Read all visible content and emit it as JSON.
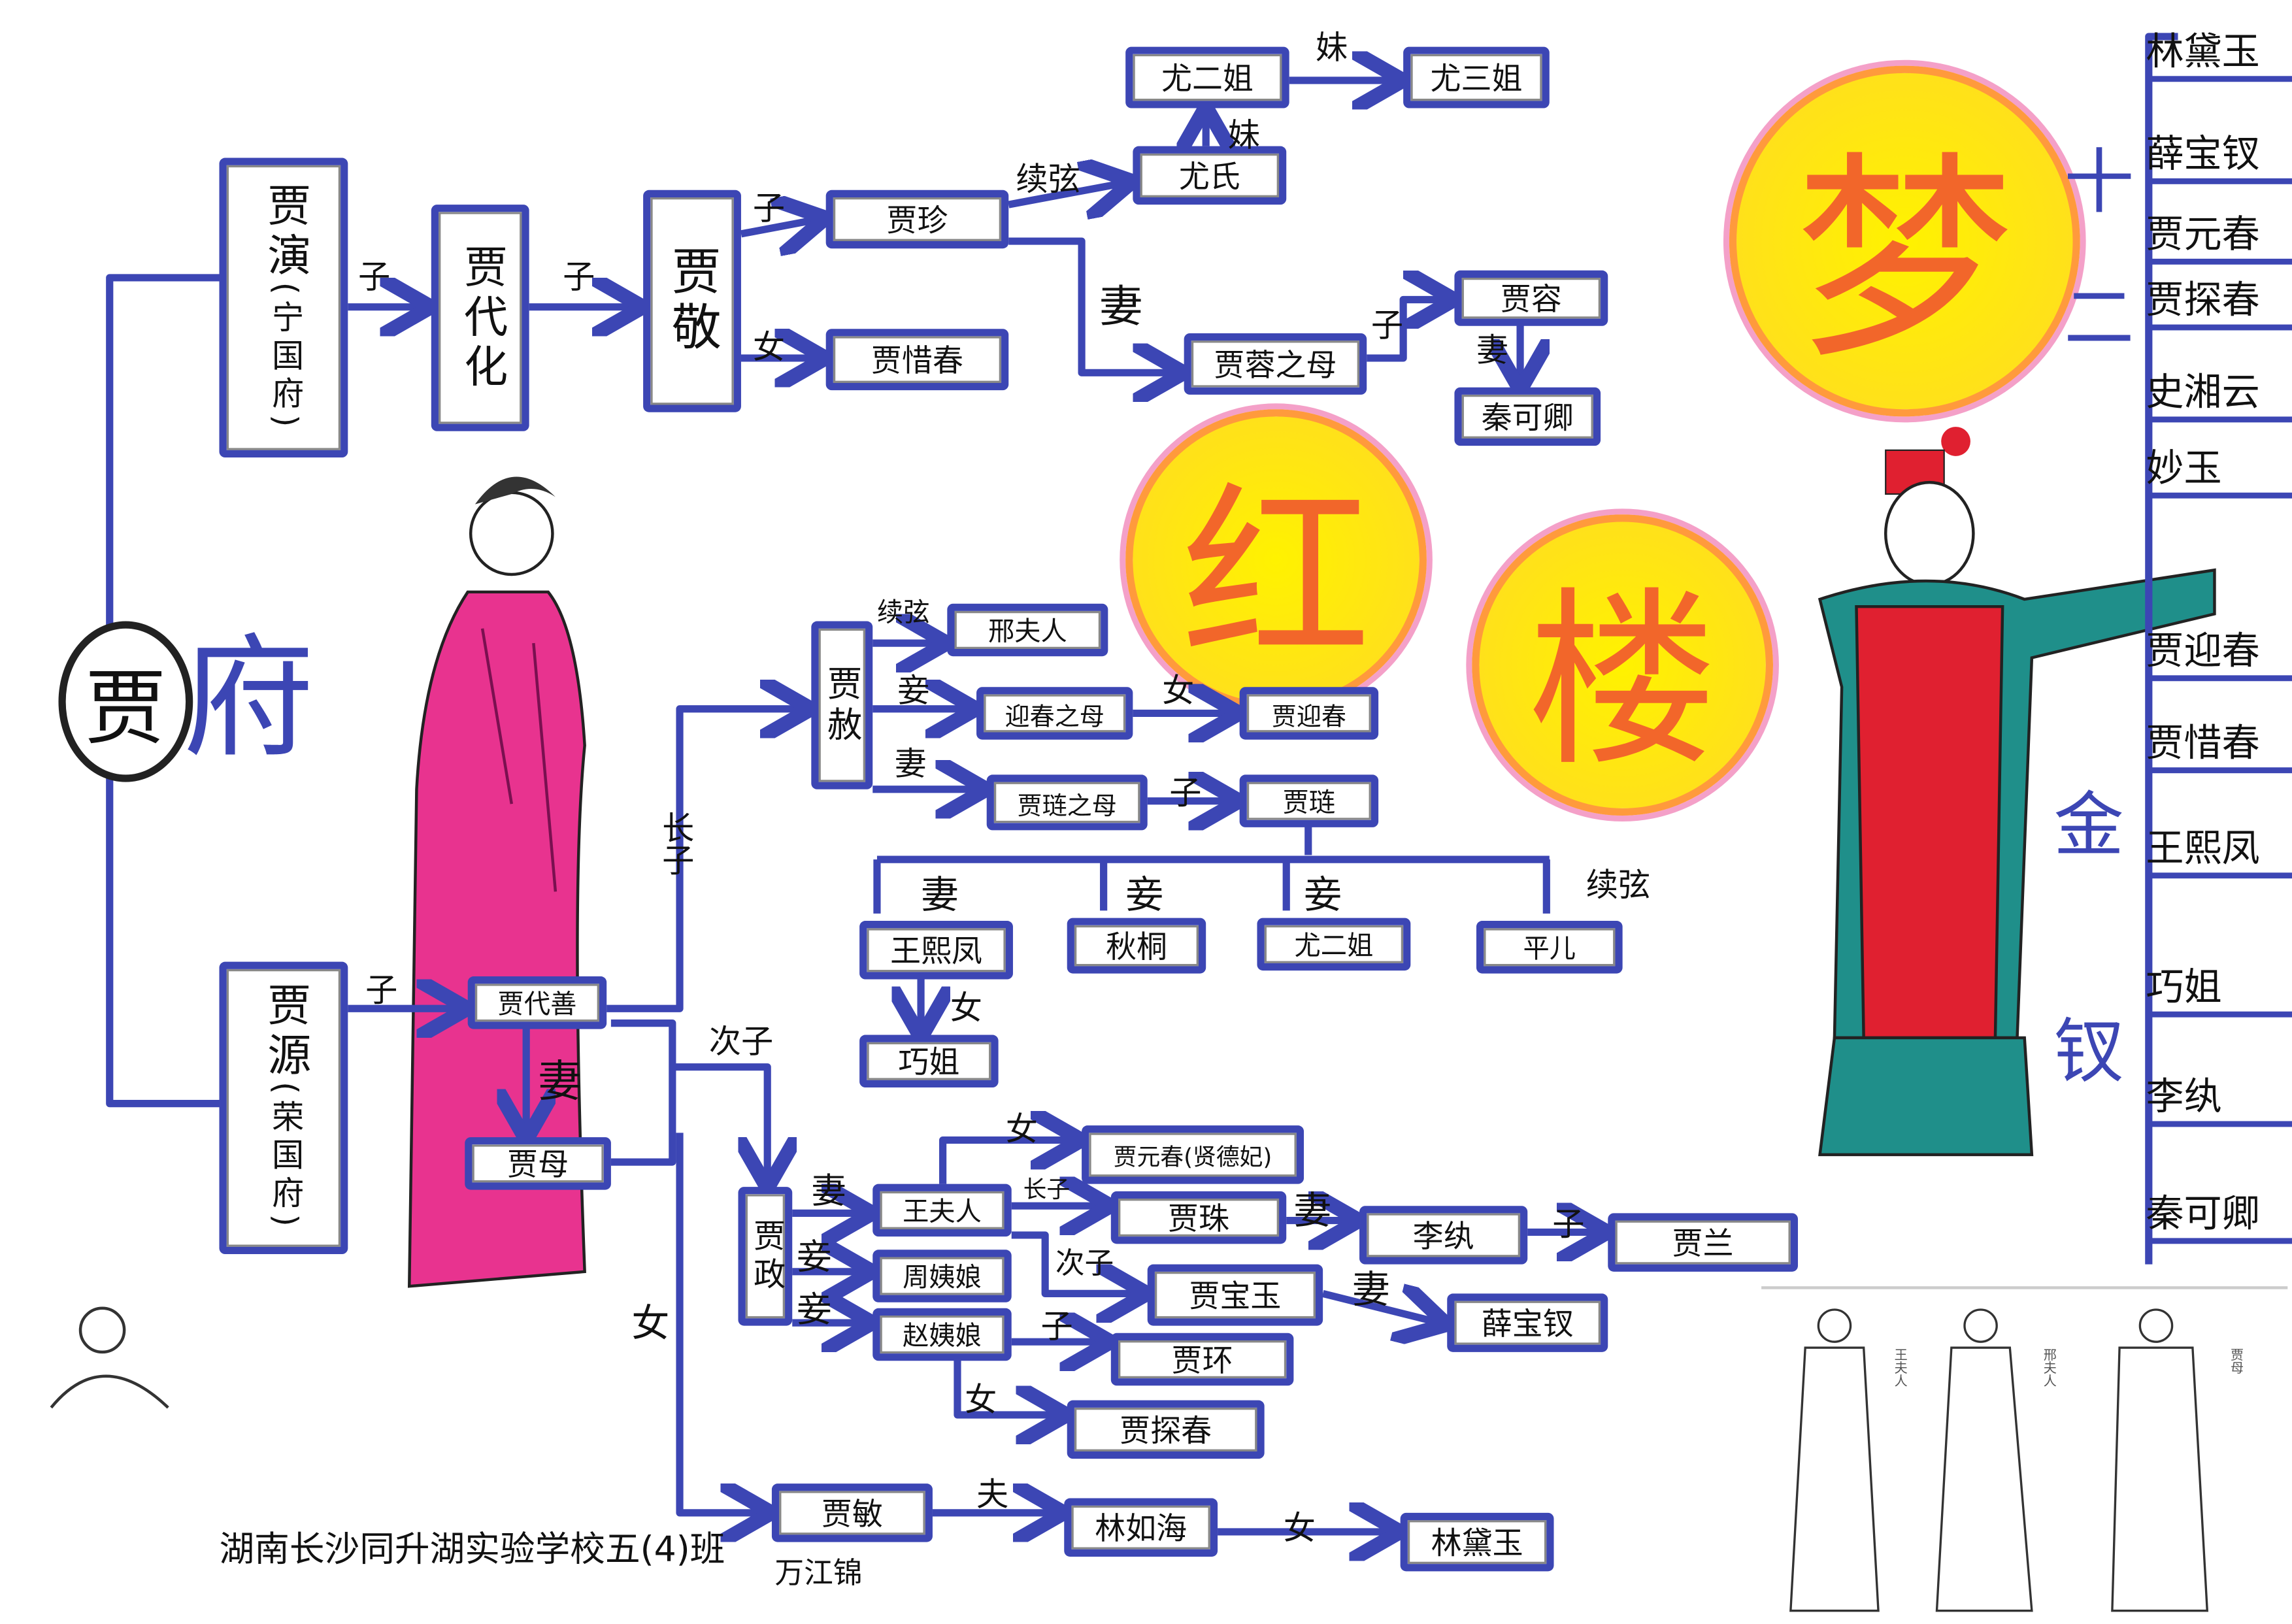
{
  "title_chars": {
    "hong": "红",
    "lou": "楼",
    "meng": "梦"
  },
  "root": {
    "surname": "贾",
    "fu": "府"
  },
  "nodes": {
    "jia_yan": "贾演",
    "jia_yan_note": "(宁国府)",
    "jia_daihua": "贾代化",
    "jia_jing": "贾敬",
    "jia_zhen": "贾珍",
    "jia_xichun": "贾惜春",
    "you_shi": "尤氏",
    "you_erjie": "尤二姐",
    "you_sanjie": "尤三姐",
    "jia_rong_mother": "贾蓉之母",
    "jia_rong": "贾容",
    "qin_keqing": "秦可卿",
    "jia_yuan": "贾源",
    "jia_yuan_note": "(荣国府)",
    "jia_daishan": "贾代善",
    "jia_mu": "贾母",
    "jia_she": "贾赦",
    "xing_furen": "邢夫人",
    "yingchun_mother": "迎春之母",
    "jia_yingchun": "贾迎春",
    "jia_lian_mother": "贾琏之母",
    "jia_lian": "贾琏",
    "wang_xifeng": "王熙凤",
    "qiu_tong": "秋桐",
    "you_erjie_2": "尤二姐",
    "ping_er": "平儿",
    "qiao_jie": "巧姐",
    "jia_zheng": "贾政",
    "wang_furen": "王夫人",
    "zhou_yiniang": "周姨娘",
    "zhao_yiniang": "赵姨娘",
    "jia_yuanchun": "贾元春(贤德妃)",
    "jia_zhu": "贾珠",
    "jia_baoyu": "贾宝玉",
    "li_wan": "李纨",
    "jia_lan": "贾兰",
    "xue_baochai": "薛宝钗",
    "jia_huan": "贾环",
    "jia_tanchun": "贾探春",
    "jia_min": "贾敏",
    "lin_ruhai": "林如海",
    "lin_daiyu": "林黛玉"
  },
  "relations": [
    "子",
    "子",
    "子",
    "女",
    "续弦",
    "妹",
    "妹",
    "妻",
    "子",
    "妻",
    "子",
    "妻",
    "长子",
    "续弦",
    "妾",
    "女",
    "妻",
    "子",
    "妻",
    "妾",
    "妾",
    "续弦",
    "女",
    "次子",
    "妻",
    "妾",
    "妾",
    "女",
    "长子",
    "次子",
    "妻",
    "子",
    "妻",
    "子",
    "女",
    "女",
    "夫",
    "女"
  ],
  "jinchai": {
    "label_chars": [
      "十",
      "二",
      "金",
      "钗"
    ],
    "items": [
      "林黛玉",
      "薛宝钗",
      "贾元春",
      "贾探春",
      "史湘云",
      "妙玉",
      "贾迎春",
      "贾惜春",
      "王熙凤",
      "巧姐",
      "李纨",
      "秦可卿"
    ]
  },
  "illustration_captions": [
    "王夫人",
    "邢夫人",
    "贾母"
  ],
  "footer": {
    "school": "湖南长沙同升湖实验学校五(4)班",
    "author": "万江锦"
  },
  "colors": {
    "line": "#3c46b4",
    "sun": "#ffe11a",
    "title_char": "#f2662a",
    "robe_pink": "#e8338f",
    "robe_red": "#e02030",
    "robe_teal": "#1f8f8a"
  }
}
